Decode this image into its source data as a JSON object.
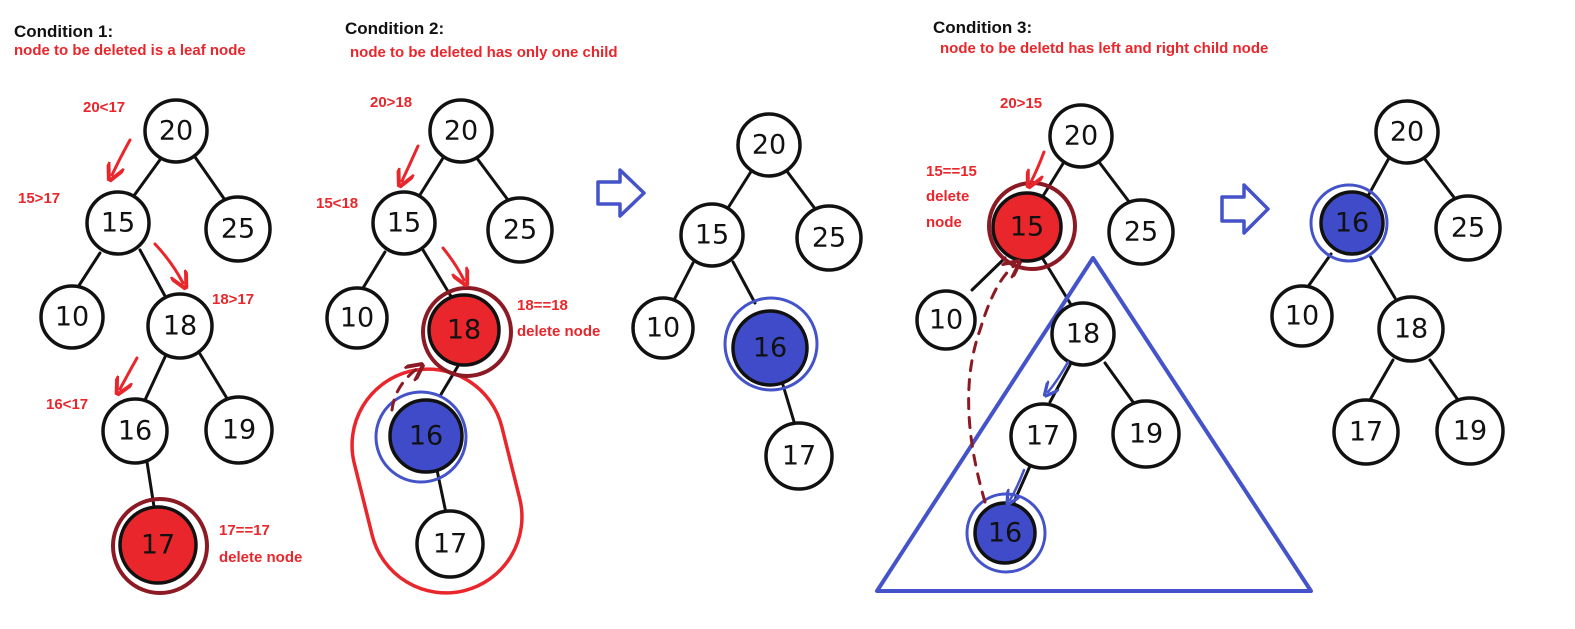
{
  "conditions": [
    {
      "title": "Condition 1:",
      "subtitle": "node to be deleted is a leaf node"
    },
    {
      "title": "Condition 2:",
      "subtitle": "node to be deleted has only one child"
    },
    {
      "title": "Condition 3:",
      "subtitle": "node to be deletd has left and right child node"
    }
  ],
  "annotations": {
    "c1_20_17": "20<17",
    "c1_15_17": "15>17",
    "c1_18_17": "18>17",
    "c1_16_17": "16<17",
    "c1_17_17": "17==17",
    "c1_delete": "delete node",
    "c2_20_18": "20>18",
    "c2_15_18": "15<18",
    "c2_18_18": "18==18",
    "c2_delete": "delete node",
    "c3_20_15": "20>15",
    "c3_15_15": "15==15",
    "c3_delete_1": "delete",
    "c3_delete_2": "node"
  },
  "node_labels": {
    "n20": "20",
    "n15": "15",
    "n25": "25",
    "n10": "10",
    "n18": "18",
    "n16": "16",
    "n19": "19",
    "n17": "17"
  },
  "colors": {
    "highlight_red": "#e8262b",
    "deleted_ring": "#8b1a24",
    "replacement_blue": "#3f4bc8",
    "outline_blue": "#4453c9",
    "node_white": "#ffffff"
  }
}
